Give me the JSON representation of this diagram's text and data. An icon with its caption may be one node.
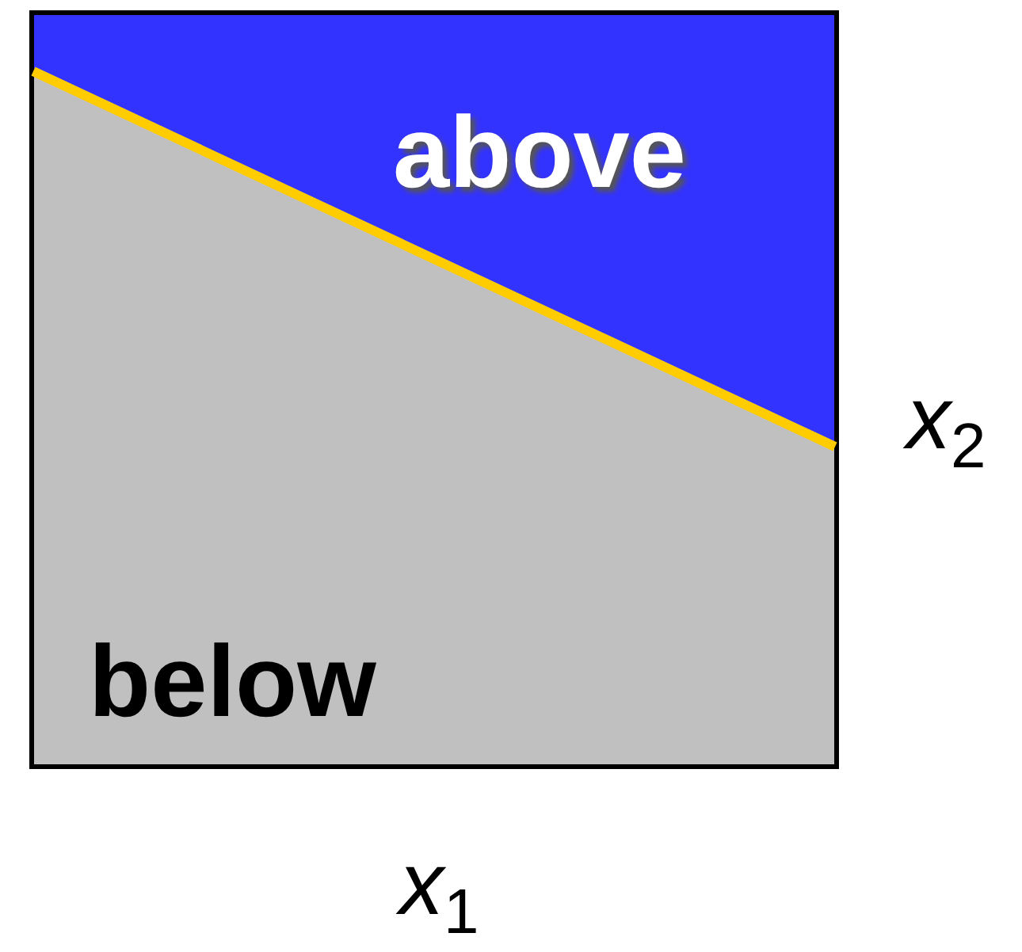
{
  "diagram": {
    "nodes": [
      {
        "text": [
          "above"
        ]
      },
      {
        "text": [
          "below"
        ]
      }
    ],
    "labels": [
      "x$_{2}$",
      "x$_{1}$"
    ]
  }
}
